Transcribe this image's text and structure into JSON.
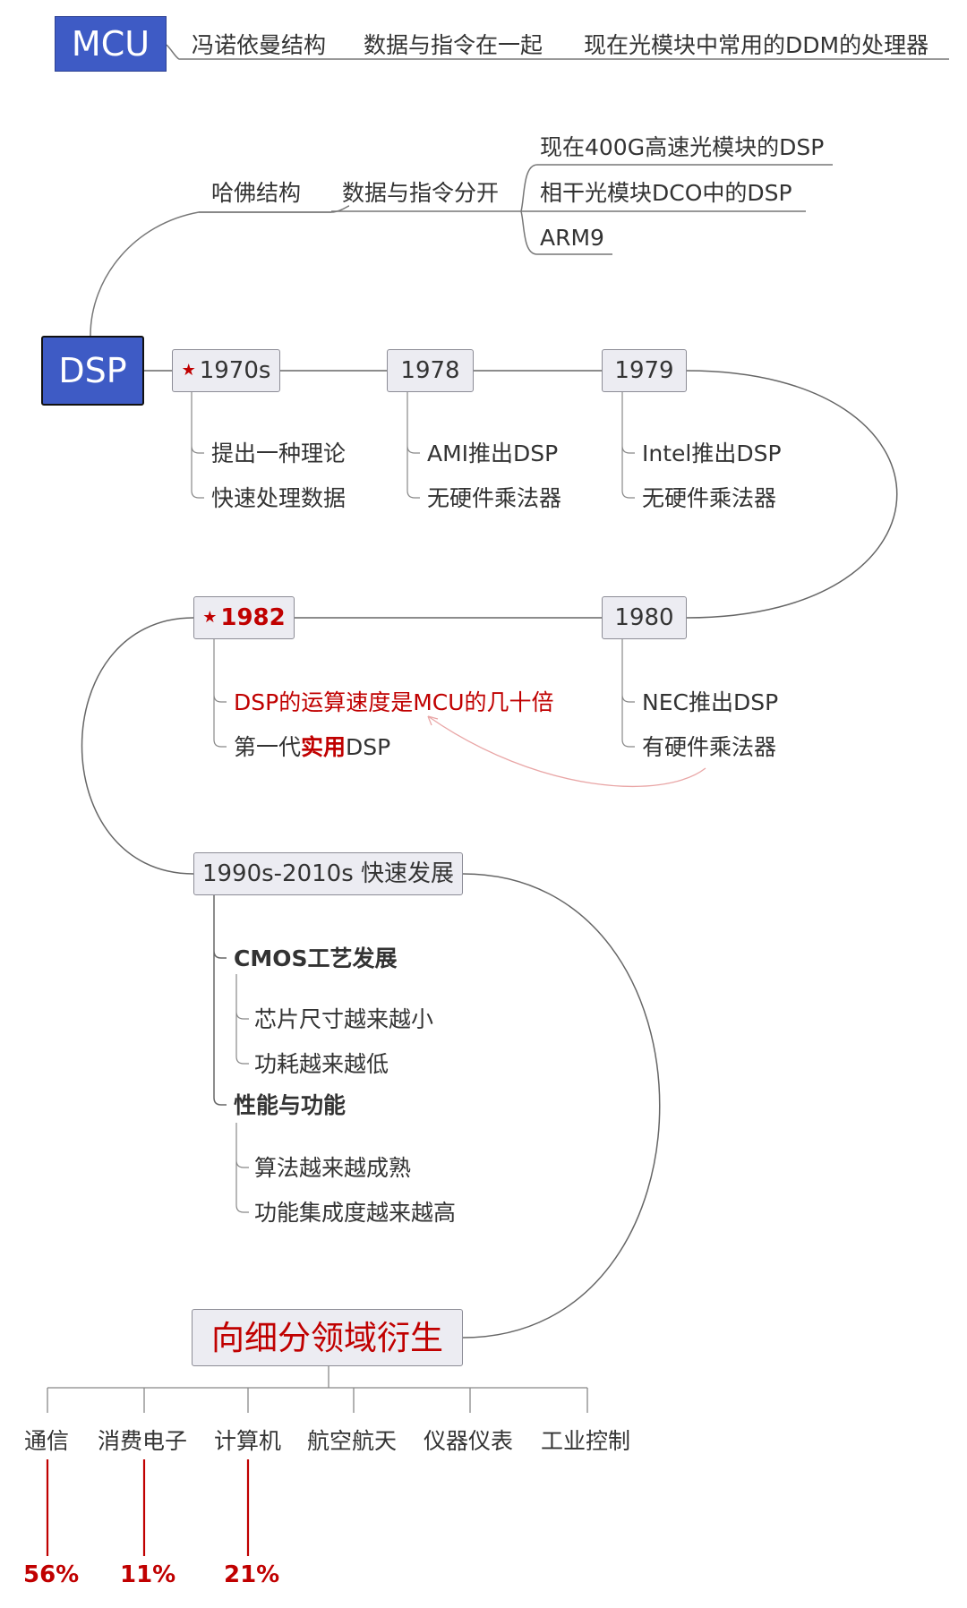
{
  "mcu": {
    "title": "MCU",
    "items": [
      "冯诺依曼结构",
      "数据与指令在一起",
      "现在光模块中常用的DDM的处理器"
    ]
  },
  "dsp": {
    "title": "DSP",
    "harvard": {
      "label": "哈佛结构",
      "sub": "数据与指令分开",
      "examples": [
        "现在400G高速光模块的DSP",
        "相干光模块DCO中的DSP",
        "ARM9"
      ]
    }
  },
  "timeline": {
    "y1970s": {
      "label": "1970s",
      "notes": [
        "提出一种理论",
        "快速处理数据"
      ]
    },
    "y1978": {
      "label": "1978",
      "notes": [
        "AMI推出DSP",
        "无硬件乘法器"
      ]
    },
    "y1979": {
      "label": "1979",
      "notes": [
        "Intel推出DSP",
        "无硬件乘法器"
      ]
    },
    "y1980": {
      "label": "1980",
      "notes": [
        "NEC推出DSP",
        "有硬件乘法器"
      ]
    },
    "y1982": {
      "label": "1982",
      "note1": "DSP的运算速度是MCU的几十倍",
      "note2_a": "第一代",
      "note2_b": "实用",
      "note2_c": "DSP"
    },
    "y1990": {
      "label": "1990s-2010s 快速发展",
      "cmos": {
        "title": "CMOS工艺发展",
        "items": [
          "芯片尺寸越来越小",
          "功耗越来越低"
        ]
      },
      "perf": {
        "title": "性能与功能",
        "items": [
          "算法越来越成熟",
          "功能集成度越来越高"
        ]
      }
    }
  },
  "fields": {
    "title": "向细分领域衍生",
    "items": [
      "通信",
      "消费电子",
      "计算机",
      "航空航天",
      "仪器仪表",
      "工业控制"
    ],
    "percents": [
      "56%",
      "11%",
      "21%"
    ]
  },
  "colors": {
    "root": "#3e5bc5",
    "accent": "#c00000",
    "box": "#ececf2"
  }
}
